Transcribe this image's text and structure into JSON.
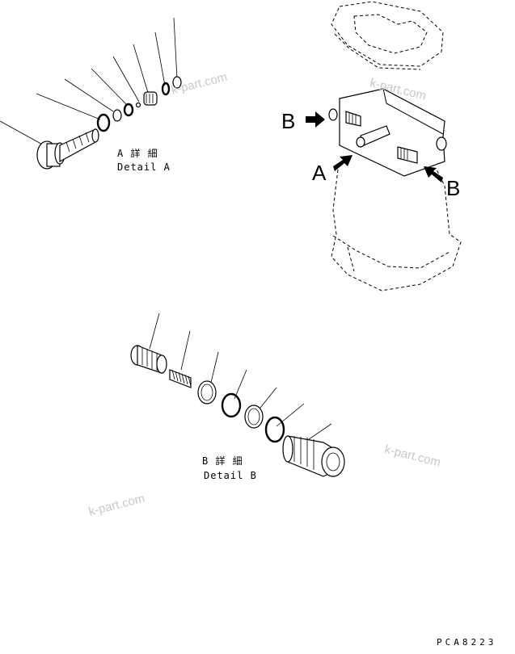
{
  "detail_a": {
    "title_jp": "A 詳 細",
    "title_en": "Detail A"
  },
  "detail_b": {
    "title_jp": "B 詳 細",
    "title_en": "Detail B"
  },
  "callouts": {
    "a": "A",
    "b_upper": "B",
    "b_lower": "B"
  },
  "watermarks": [
    "k-part.com",
    "k-part.com",
    "k-part.com"
  ],
  "drawing_code": "PCA8223"
}
